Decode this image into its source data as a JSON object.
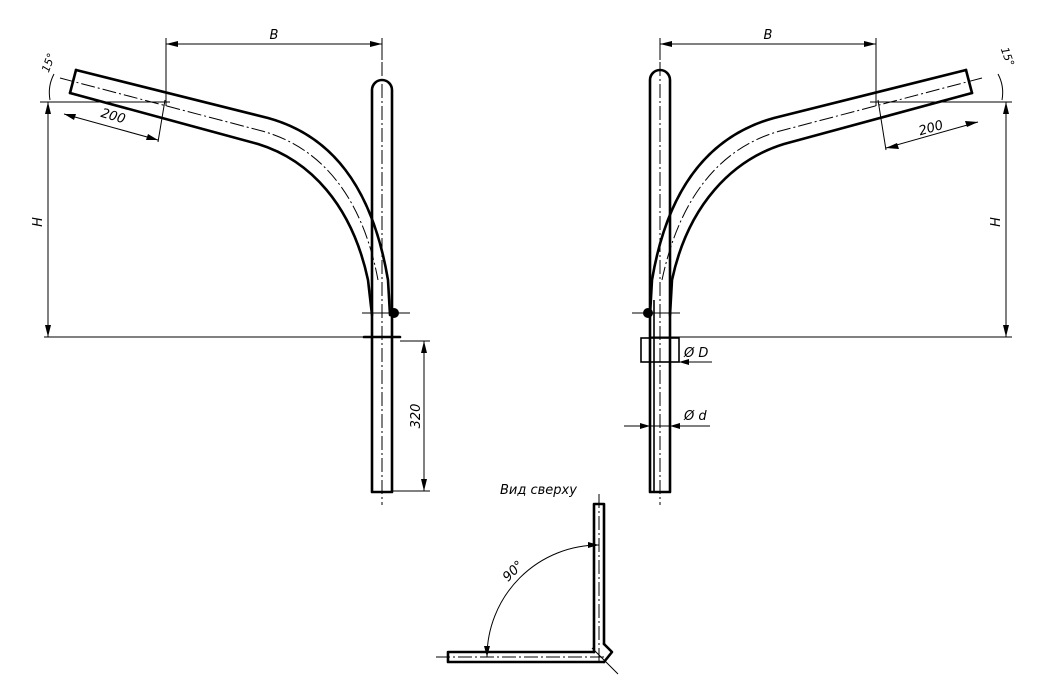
{
  "labels": {
    "dim_b": "B",
    "dim_h": "H",
    "dim_200": "200",
    "angle_15": "15°",
    "dim_320": "320",
    "dia_d_big": "Ø D",
    "dia_d_small": "Ø d",
    "top_view_title": "Вид сверху",
    "angle_90": "90°"
  }
}
